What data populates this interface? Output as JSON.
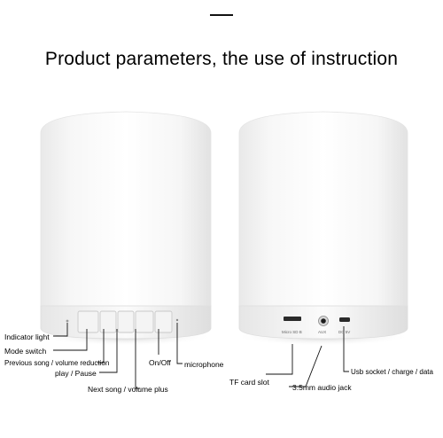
{
  "header": {
    "title": "Product parameters, the use of instruction"
  },
  "front_labels": {
    "indicator_light": "Indicator light",
    "mode_switch": "Mode switch",
    "previous_song": "Previous song / volume reduction",
    "play_pause": "play / Pause",
    "next_song": "Next song / volume plus",
    "on_off": "On/Off",
    "microphone": "microphone"
  },
  "back_labels": {
    "tf_card_slot": "TF card slot",
    "audio_jack": "3.5mm audio jack",
    "usb_socket": "Usb socket / charge / data"
  },
  "port_labels": {
    "micro_sd": "Micro SD B",
    "aux": "AUX",
    "dc": "DC 5V"
  }
}
